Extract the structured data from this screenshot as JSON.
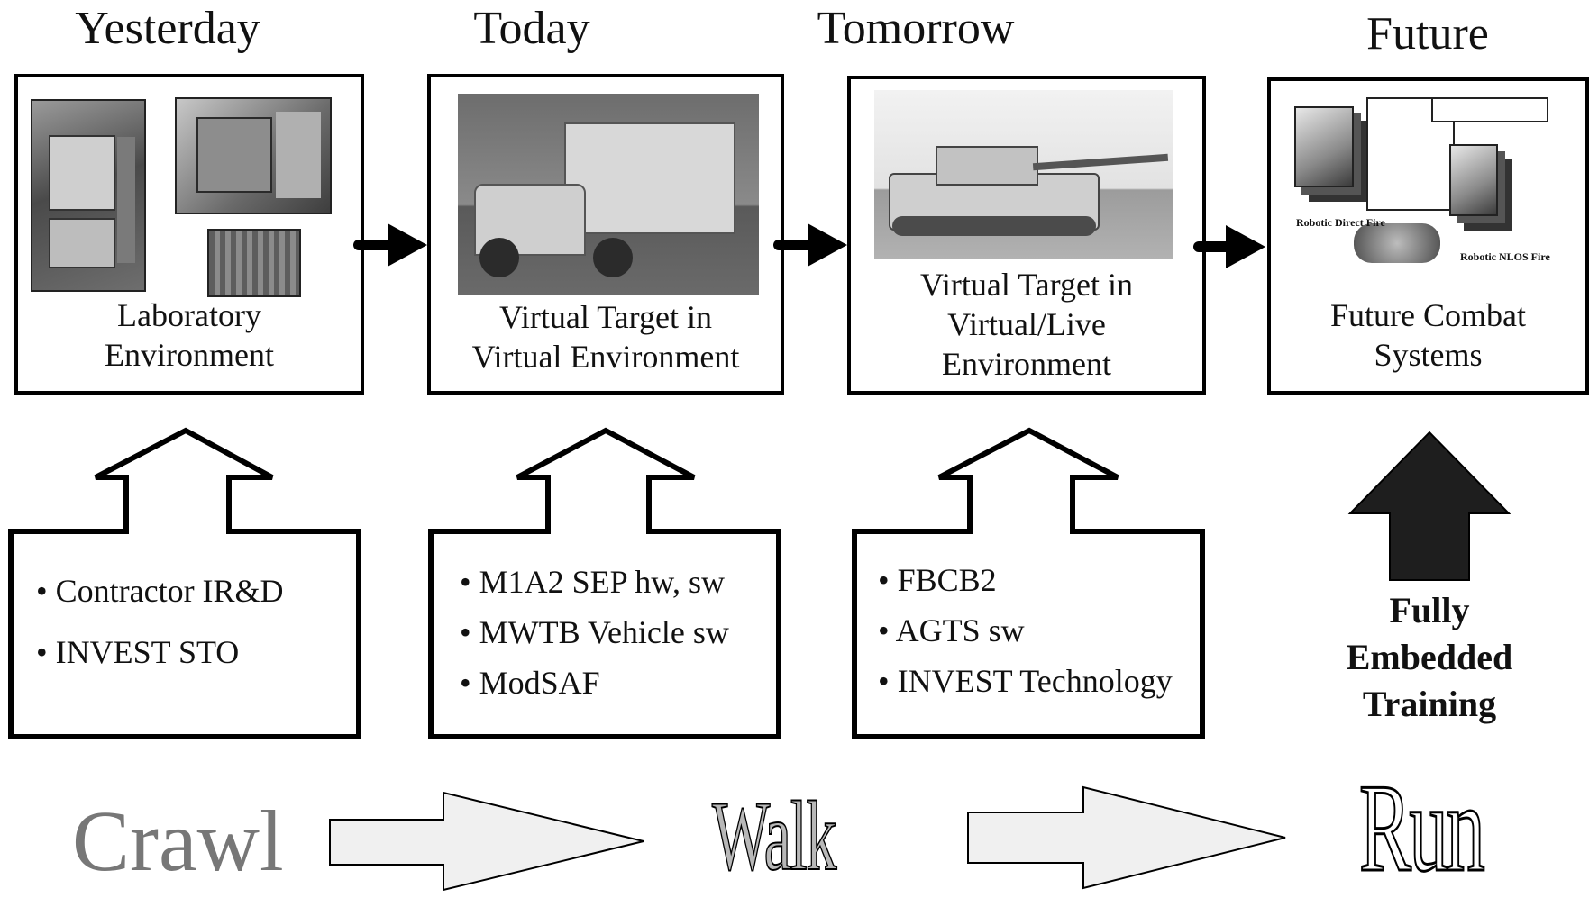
{
  "stages": [
    {
      "heading": "Yesterday",
      "caption_lines": [
        "Laboratory",
        "Environment"
      ],
      "bullets": [
        "• Contractor IR&D",
        "• INVEST STO"
      ]
    },
    {
      "heading": "Today",
      "caption_lines": [
        "Virtual Target in",
        "Virtual Environment"
      ],
      "bullets": [
        "• M1A2 SEP hw, sw",
        "• MWTB Vehicle sw",
        "• ModSAF"
      ]
    },
    {
      "heading": "Tomorrow",
      "caption_lines": [
        "Virtual Target in",
        "Virtual/Live",
        "Environment"
      ],
      "bullets": [
        "• FBCB2",
        "• AGTS sw",
        "• INVEST Technology"
      ]
    },
    {
      "heading": "Future",
      "caption_lines": [
        "Future Combat",
        "Systems"
      ],
      "inset_labels": [
        "Robotic Direct Fire",
        "Robotic NLOS Fire"
      ]
    }
  ],
  "future_note_lines": [
    "Fully",
    "Embedded",
    "Training"
  ],
  "progression": {
    "crawl": "Crawl",
    "walk": "Walk",
    "run": "Run"
  },
  "colors": {
    "crawl": "#777777",
    "walk": "#b8b8b8",
    "run": "#ffffff",
    "up_arrow": "#1e1e1e",
    "progress_arrow": "#f0f0f0"
  }
}
